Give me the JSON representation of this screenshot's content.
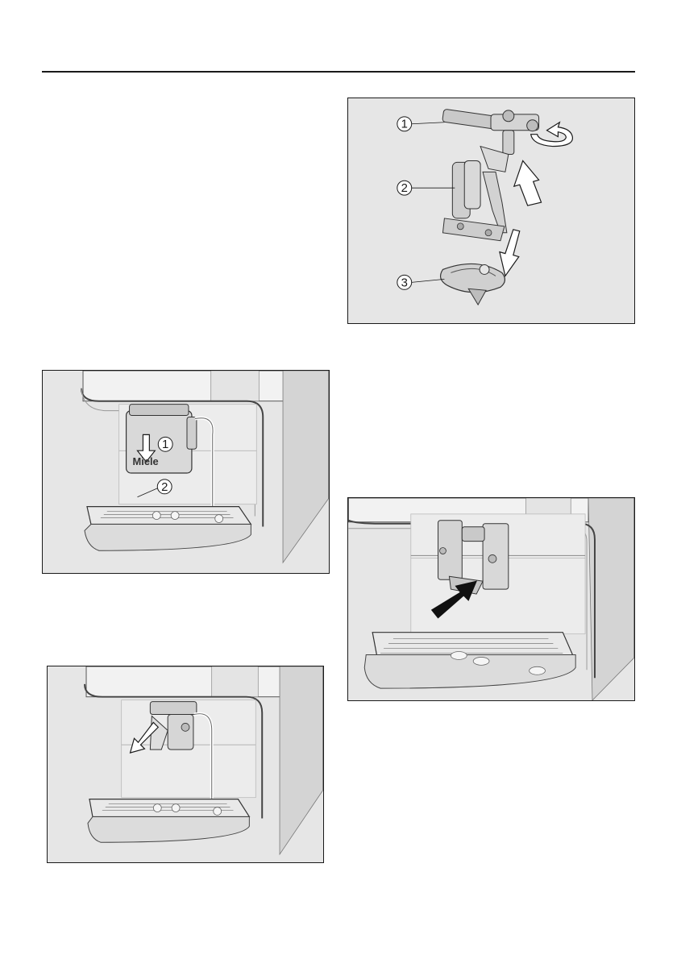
{
  "figures": [
    {
      "id": "fig-milk-removal",
      "callouts": [
        {
          "label": "1"
        },
        {
          "label": "2"
        }
      ],
      "brand_mark": "Miele"
    },
    {
      "id": "fig-spout-pull-down",
      "callouts": []
    },
    {
      "id": "fig-spout-disassembly",
      "callouts": [
        {
          "label": "1"
        },
        {
          "label": "2"
        },
        {
          "label": "3"
        }
      ]
    },
    {
      "id": "fig-spout-reinsert",
      "callouts": []
    }
  ],
  "colors": {
    "panel_bg": "#e6e6e6",
    "machine_body": "#f2f2f2",
    "machine_shade": "#d4d4d4",
    "outline": "#1a1a1a",
    "arrow_fill": "#ffffff",
    "arrow_dark": "#111111"
  },
  "icons": [
    "down-arrow-icon",
    "diagonal-arrow-icon",
    "up-arrow-icon",
    "rotate-arrow-icon"
  ]
}
